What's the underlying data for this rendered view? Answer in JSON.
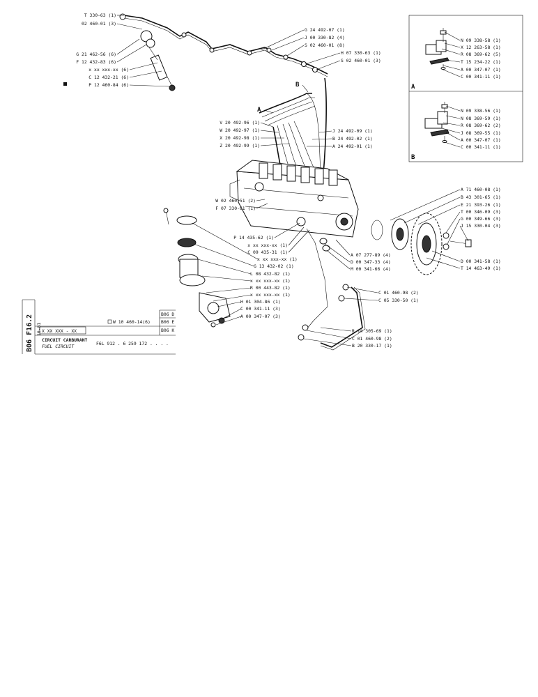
{
  "sheet": {
    "code": "B06 F16.2",
    "date": "10-81",
    "reference": "X XX XXX - XX",
    "title_fr": "CIRCUIT CARBURANT",
    "title_en": "FUEL CIRCUIT",
    "engine": "F6L  912 . 6 259  172 . . . .",
    "kit_part": "W 10 460-14(6)",
    "variants": [
      "B06 D",
      "B06 E",
      "B06 K"
    ]
  },
  "inset_labels": {
    "a": "A",
    "b": "B"
  },
  "diagram_markers": {
    "a": "A",
    "b": "B"
  },
  "parts": {
    "top_left": [
      "T 330-63 (1)",
      "02 460-01 (3)",
      "G 21 462-56 (6)",
      "F 12 432-83 (6)",
      "x xx xxx-xx (6)",
      "C 12 432-21 (6)",
      "P 12 460-84 (6)"
    ],
    "top_center": [
      "G 24 492-07 (1)",
      "J 00 330-82 (4)",
      "S 02 460-01 (8)",
      "H 07 330-63 (1)",
      "S 02 460-01 (3)"
    ],
    "lines_left": [
      "V 20 492-96 (1)",
      "W 20 492-97 (1)",
      "X 20 492-98 (1)",
      "Z 20 492-99 (1)"
    ],
    "lines_right": [
      "J 24 492-09 (1)",
      "B 24 492-02 (1)",
      "A 24 492-01 (1)"
    ],
    "pump_left": [
      "W 02 460-51 (2)",
      "F 07 330-61 (1)"
    ],
    "center_mid": [
      "P 14 435-62 (1)",
      "x xx xxx-xx (1)",
      "C 09 435-31 (1)"
    ],
    "filter_column": [
      "x xx xxx-xx (1)",
      "G 13 432-02 (1)",
      "L 08 432-82 (1)",
      "x xx xxx-xx (1)",
      "R 00 443-82 (1)",
      "x xx xxx-xx (1)",
      "H 01 304-86 (1)",
      "C 00 341-11 (3)",
      "A 00 347-07 (3)"
    ],
    "center_right": [
      "A 07 277-89 (4)",
      "D 00 347-33 (4)",
      "M 00 341-66 (4)"
    ],
    "gear": [
      "A 71 460-08 (1)",
      "B 43 301-65 (1)",
      "E 21 393-26 (1)",
      "T 00 346-09 (3)",
      "G 00 349-66 (3)",
      "J 15 330-04 (3)",
      "D 00 341-58 (1)",
      "T 14 463-49 (1)"
    ],
    "pipe": [
      "C 01 460-98 (2)",
      "C 05 330-50 (1)",
      "R 14 305-69 (1)",
      "C 01 460-98 (2)",
      "B 20 330-17 (1)"
    ],
    "inset_a": [
      "N 09 338-58 (1)",
      "X 12 263-58 (1)",
      "R 08 369-62 (5)",
      "T 15 234-22 (1)",
      "A 00 347-07 (1)",
      "C 00 341-11 (1)"
    ],
    "inset_b": [
      "N 09 338-56 (1)",
      "N 08 369-59 (1)",
      "R 08 369-62 (2)",
      "J 08 369-55 (1)",
      "A 00 347-07 (1)",
      "C 00 341-11 (1)"
    ]
  }
}
